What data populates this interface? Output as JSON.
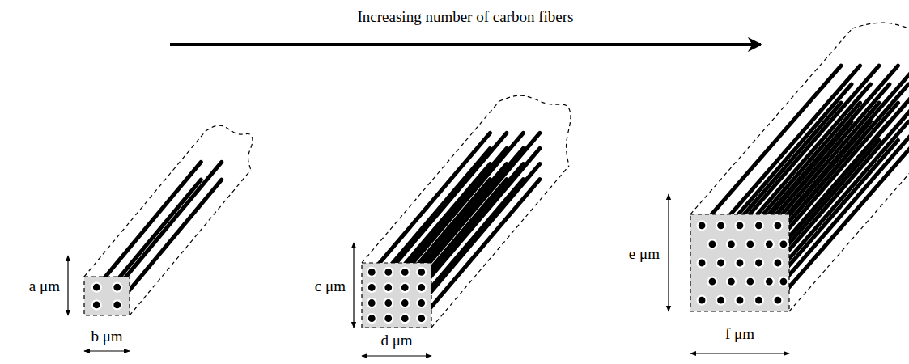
{
  "diagram": {
    "labels": [
      "Increasing number of carbon fibers",
      "a μm",
      "b μm",
      "c μm",
      "d μm",
      "e μm",
      "f μm"
    ]
  }
}
